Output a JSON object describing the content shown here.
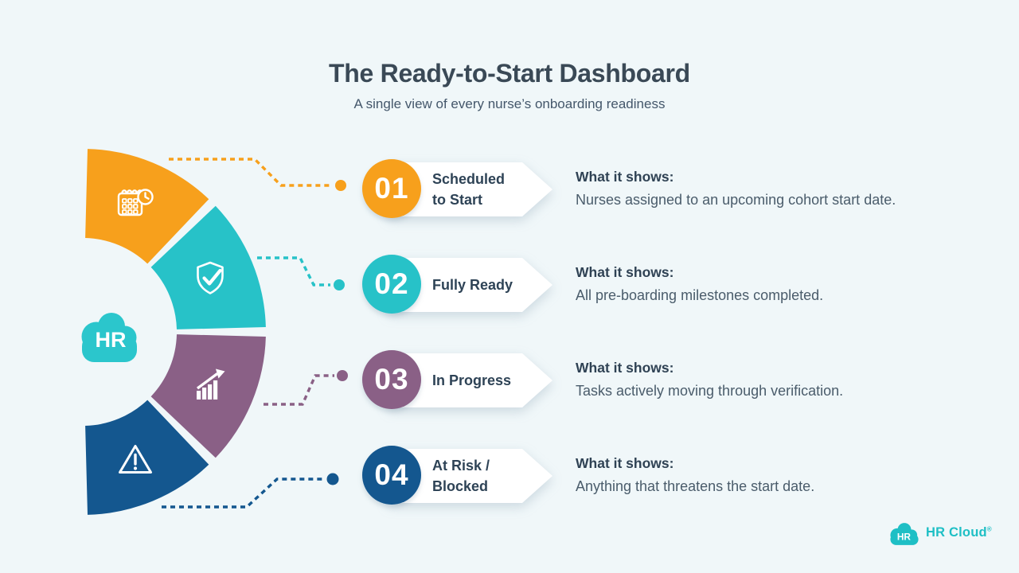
{
  "header": {
    "title": "The Ready-to-Start Dashboard",
    "subtitle": "A single view of every nurse’s onboarding readiness"
  },
  "colors": {
    "background": "#F0F7F9",
    "orange": "#F7A01C",
    "teal": "#27C2C8",
    "purple": "#8A6086",
    "blue": "#14578F",
    "cloud_teal": "#2BC6CC",
    "logo_teal": "#1EBFC5",
    "title_text": "#3A4956",
    "label_text": "#2E4356",
    "body_text": "#4A5C6B",
    "banner_white": "#FFFFFF"
  },
  "donut": {
    "center_label": "HR",
    "segments": [
      {
        "name": "scheduled-to-start",
        "color": "#F7A01C",
        "icon": "calendar-clock-icon"
      },
      {
        "name": "fully-ready",
        "color": "#27C2C8",
        "icon": "shield-check-icon"
      },
      {
        "name": "in-progress",
        "color": "#8A6086",
        "icon": "growth-chart-icon"
      },
      {
        "name": "at-risk-blocked",
        "color": "#14578F",
        "icon": "warning-triangle-icon"
      }
    ]
  },
  "rows": [
    {
      "number": "01",
      "label": "Scheduled\nto Start",
      "color": "#F7A01C",
      "heading": "What it shows:",
      "description": "Nurses assigned to an upcoming cohort start date."
    },
    {
      "number": "02",
      "label": "Fully Ready",
      "color": "#27C2C8",
      "heading": "What it shows:",
      "description": "All pre-boarding milestones completed."
    },
    {
      "number": "03",
      "label": "In Progress",
      "color": "#8A6086",
      "heading": "What it shows:",
      "description": "Tasks actively moving through verification."
    },
    {
      "number": "04",
      "label": "At Risk /\nBlocked",
      "color": "#14578F",
      "heading": "What it shows:",
      "description": "Anything that threatens the start date."
    }
  ],
  "footer": {
    "cloud_label": "HR",
    "brand": "HR Cloud",
    "mark": "®"
  }
}
